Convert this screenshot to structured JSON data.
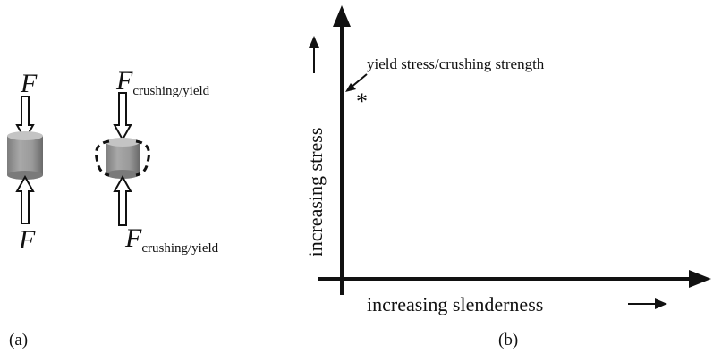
{
  "panel_a": {
    "caption": "(a)",
    "top_force": "F",
    "bottom_force": "F",
    "crushing_top": {
      "symbol": "F",
      "subscript": "crushing/yield"
    },
    "crushing_bottom": {
      "symbol": "F",
      "subscript": "crushing/yield"
    }
  },
  "panel_b": {
    "caption": "(b)",
    "y_axis_label": "increasing stress",
    "x_axis_label": "increasing slenderness",
    "annotation": "yield stress/crushing strength",
    "marker": "*"
  },
  "colors": {
    "line": "#111111",
    "cylinder_body": "#9a9a9a",
    "cylinder_top": "#c4c4c4",
    "cylinder_shadow": "#6e6e6e"
  }
}
